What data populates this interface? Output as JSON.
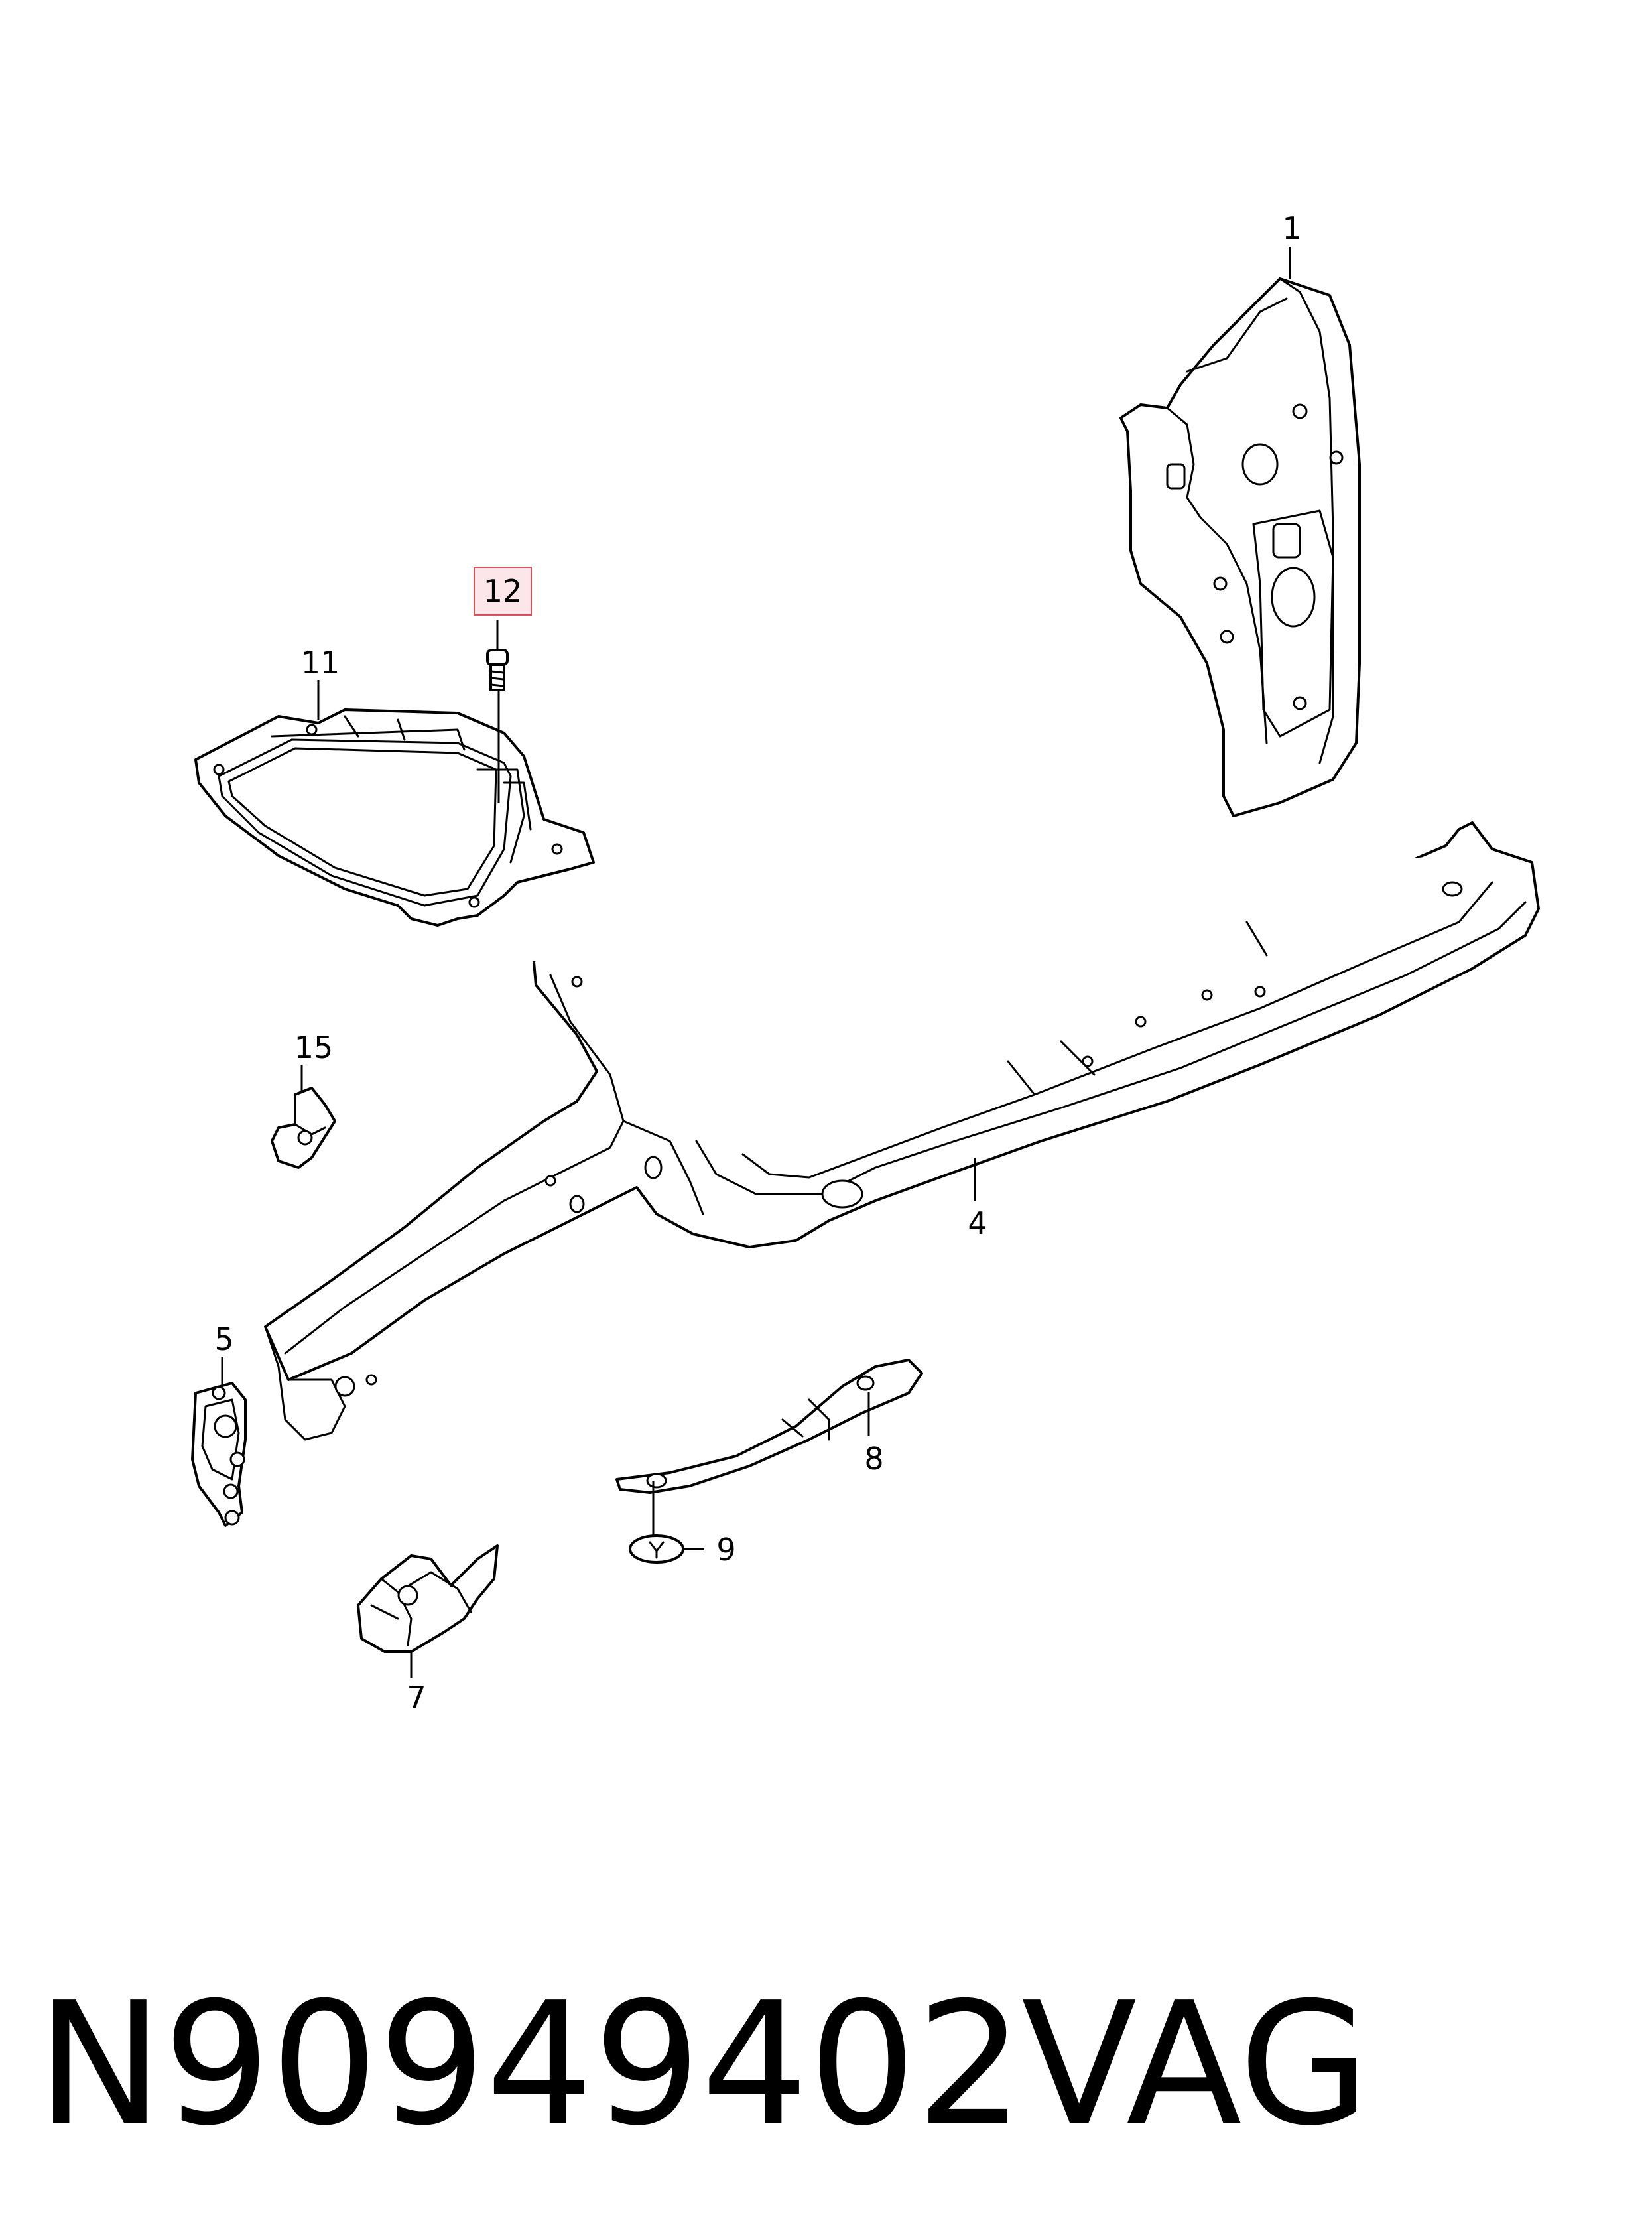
{
  "diagram": {
    "callouts": [
      {
        "id": "1",
        "label": "1"
      },
      {
        "id": "11",
        "label": "11"
      },
      {
        "id": "12",
        "label": "12",
        "highlighted": true
      },
      {
        "id": "15",
        "label": "15"
      },
      {
        "id": "4",
        "label": "4"
      },
      {
        "id": "5",
        "label": "5"
      },
      {
        "id": "8",
        "label": "8"
      },
      {
        "id": "9",
        "label": "9"
      },
      {
        "id": "7",
        "label": "7"
      }
    ],
    "highlight_fill": "#fde6ea",
    "highlight_stroke": "#d9535f"
  },
  "footer": {
    "part_number": "N90949402",
    "brand": "VAG"
  }
}
